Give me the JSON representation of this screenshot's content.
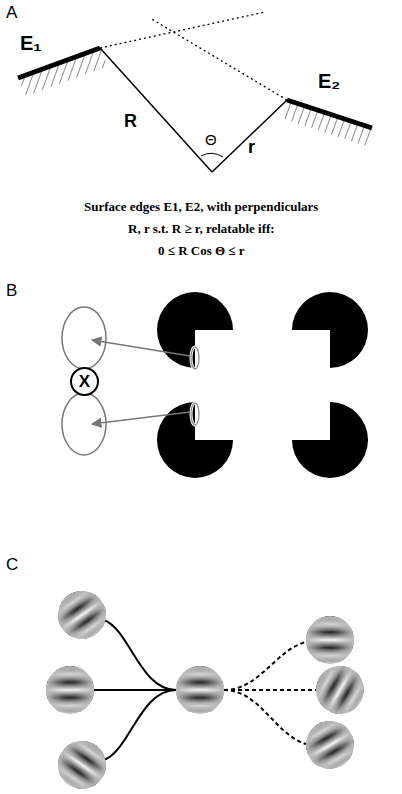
{
  "diagram": {
    "nodes": [
      {
        "text": [
          "X"
        ]
      }
    ],
    "labels": [
      "A",
      "E₁",
      "R",
      "Θ",
      "r",
      "E₂",
      "Surface edges E1, E2, with perpendiculars",
      "R, r s.t. R ≥ r, relatable iff:",
      "0 ≤ R Cos Θ ≤ r",
      "B",
      "C"
    ]
  }
}
